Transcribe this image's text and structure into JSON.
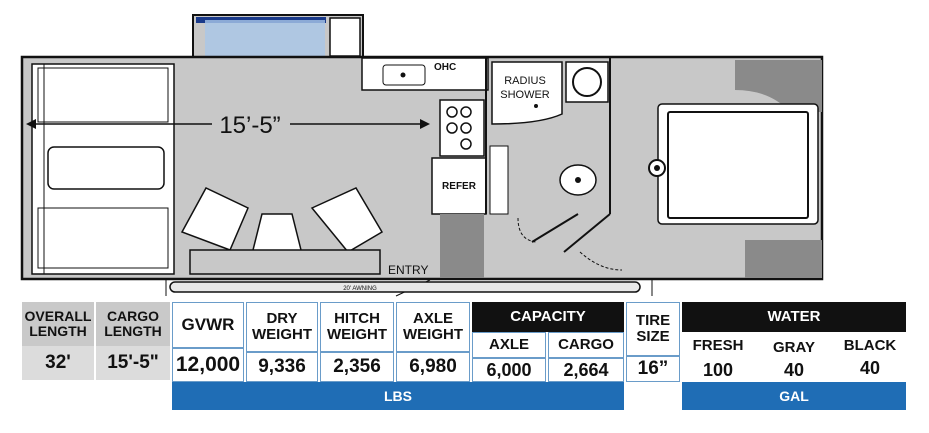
{
  "floorplan": {
    "dimension_label": "15’-5”",
    "ohc_label": "OHC",
    "shower_label": "RADIUS SHOWER",
    "refer_label": "REFER",
    "entry_label": "ENTRY",
    "awning_label": "20' AWNING"
  },
  "specs": {
    "overall_length": {
      "label": "OVERALL LENGTH",
      "value": "32'"
    },
    "cargo_length": {
      "label": "CARGO LENGTH",
      "value": "15'-5\""
    },
    "gvwr": {
      "label": "GVWR",
      "value": "12,000"
    },
    "dry_weight": {
      "label": "DRY WEIGHT",
      "value": "9,336"
    },
    "hitch_weight": {
      "label": "HITCH WEIGHT",
      "value": "2,356"
    },
    "axle_weight": {
      "label": "AXLE WEIGHT",
      "value": "6,980"
    },
    "capacity": {
      "label": "CAPACITY",
      "axle_label": "AXLE",
      "axle_value": "6,000",
      "cargo_label": "CARGO",
      "cargo_value": "2,664"
    },
    "tire_size": {
      "label": "TIRE SIZE",
      "value": "16”"
    },
    "water": {
      "label": "WATER",
      "fresh_label": "FRESH",
      "fresh_value": "100",
      "gray_label": "GRAY",
      "gray_value": "40",
      "black_label": "BLACK",
      "black_value": "40"
    },
    "lbs_label": "LBS",
    "gal_label": "GAL"
  },
  "colors": {
    "header_black": "#111111",
    "label_gray": "#c9c9c9",
    "unit_blue": "#1f6db5",
    "floor_gray": "#c8c8c8"
  }
}
